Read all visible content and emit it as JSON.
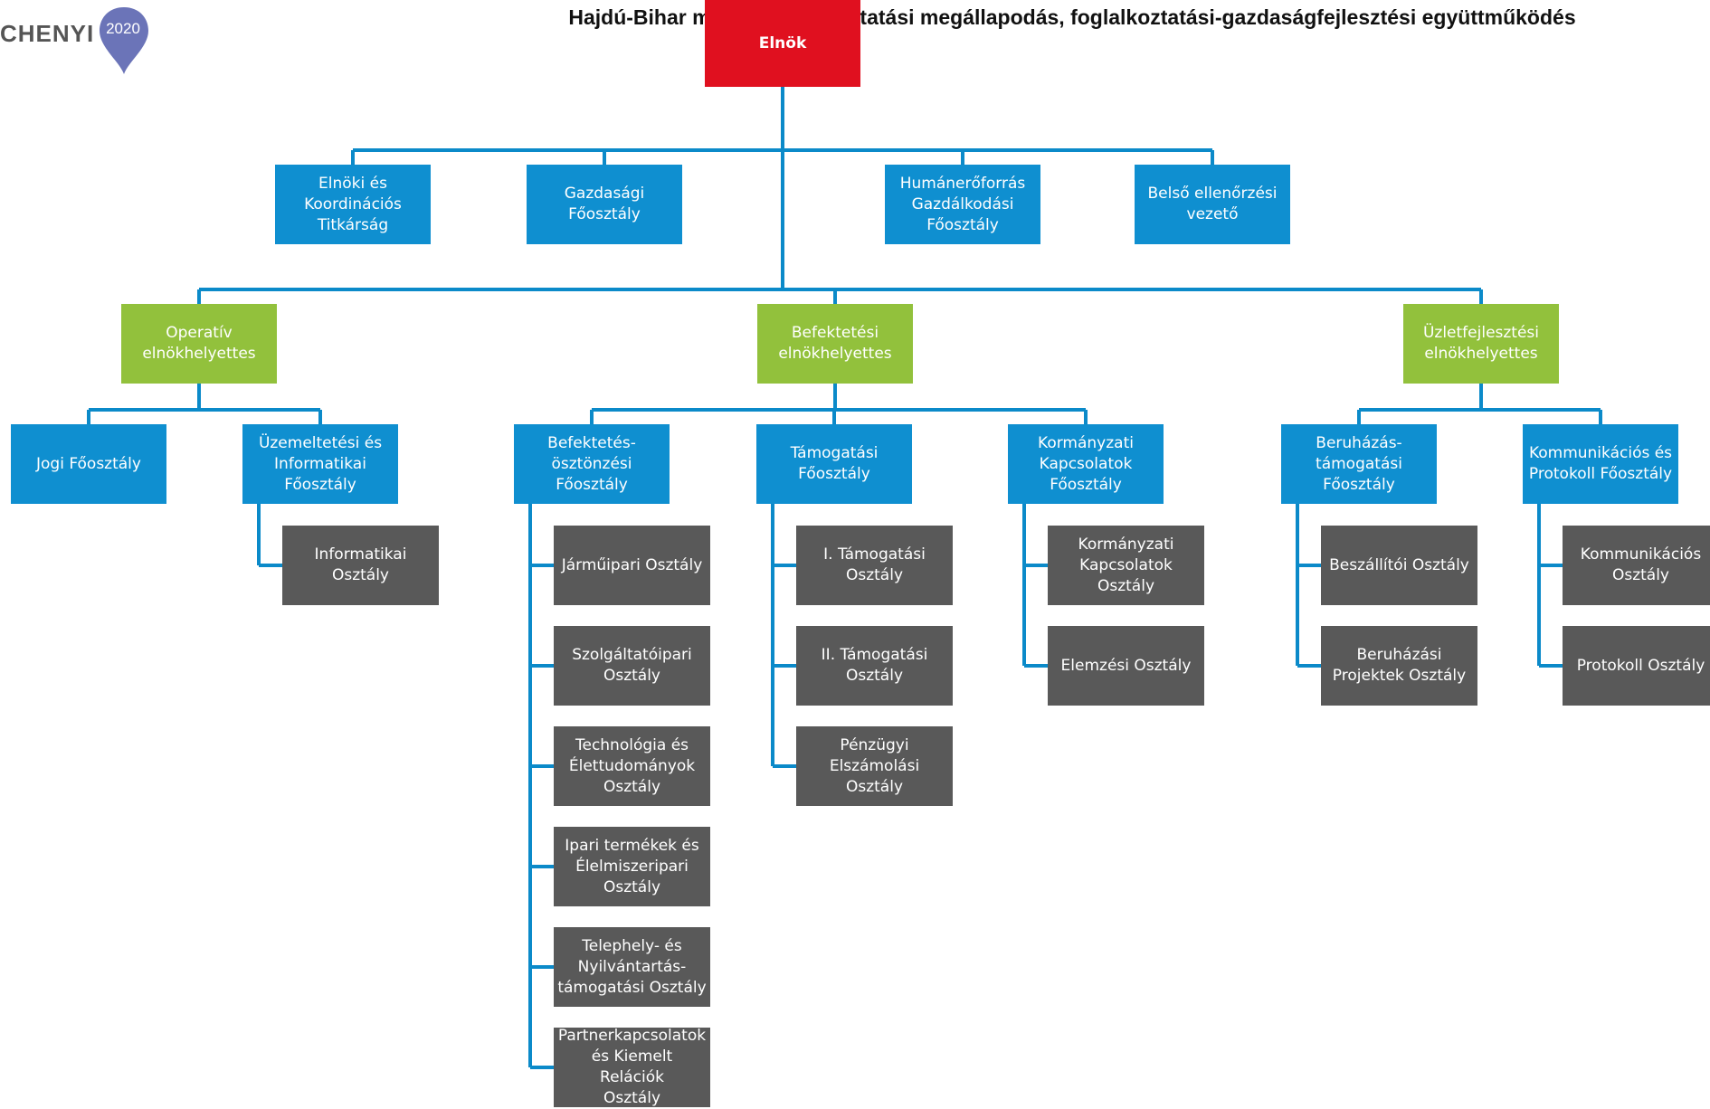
{
  "title": "Hajdú-Bihar megyei foglalkoztatási megállapodás, foglalkoztatási-gazdaságfejlesztési együttműködés",
  "logo": {
    "text": "CHENYI",
    "year": "2020"
  },
  "colors": {
    "president": "#e0101f",
    "directorate": "#0f8fd0",
    "deputy": "#92c13c",
    "department": "#595959",
    "connector": "#0b8ac9"
  },
  "org": {
    "president": "Elnök",
    "directorates": [
      "Elnöki és\nKoordinációs\nTitkárság",
      "Gazdasági\nFőosztály",
      "Humánerőforrás\nGazdálkodási\nFőosztály",
      "Belső ellenőrzési\nvezető"
    ],
    "deputies": [
      {
        "label": "Operatív\nelnökhelyettes",
        "units": [
          {
            "label": "Jogi Főosztály",
            "departments": []
          },
          {
            "label": "Üzemeltetési és\nInformatikai\nFőosztály",
            "departments": [
              "Informatikai\nOsztály"
            ]
          }
        ]
      },
      {
        "label": "Befektetési\nelnökhelyettes",
        "units": [
          {
            "label": "Befektetés-\nösztönzési\nFőosztály",
            "departments": [
              "Járműipari Osztály",
              "Szolgáltatóipari\nOsztály",
              "Technológia és\nÉlettudományok\nOsztály",
              "Ipari termékek és\nÉlelmiszeripari\nOsztály",
              "Telephely- és\nNyilvántartás-\ntámogatási  Osztály",
              "Partnerkapcsolatok\nés Kiemelt Relációk\nOsztály"
            ]
          },
          {
            "label": "Támogatási\nFőosztály",
            "departments": [
              "I. Támogatási\nOsztály",
              "II. Támogatási\nOsztály",
              "Pénzügyi\nElszámolási Osztály"
            ]
          },
          {
            "label": "Kormányzati\nKapcsolatok\nFőosztály",
            "departments": [
              "Kormányzati\nKapcsolatok Osztály",
              "Elemzési Osztály"
            ]
          }
        ]
      },
      {
        "label": "Üzletfejlesztési\nelnökhelyettes",
        "units": [
          {
            "label": "Beruházás-\ntámogatási\nFőosztály",
            "departments": [
              "Beszállítói Osztály",
              "Beruházási\nProjektek Osztály"
            ]
          },
          {
            "label": "Kommunikációs és\nProtokoll Főosztály",
            "departments": [
              "Kommunikációs\nOsztály",
              "Protokoll Osztály"
            ]
          }
        ]
      }
    ]
  }
}
